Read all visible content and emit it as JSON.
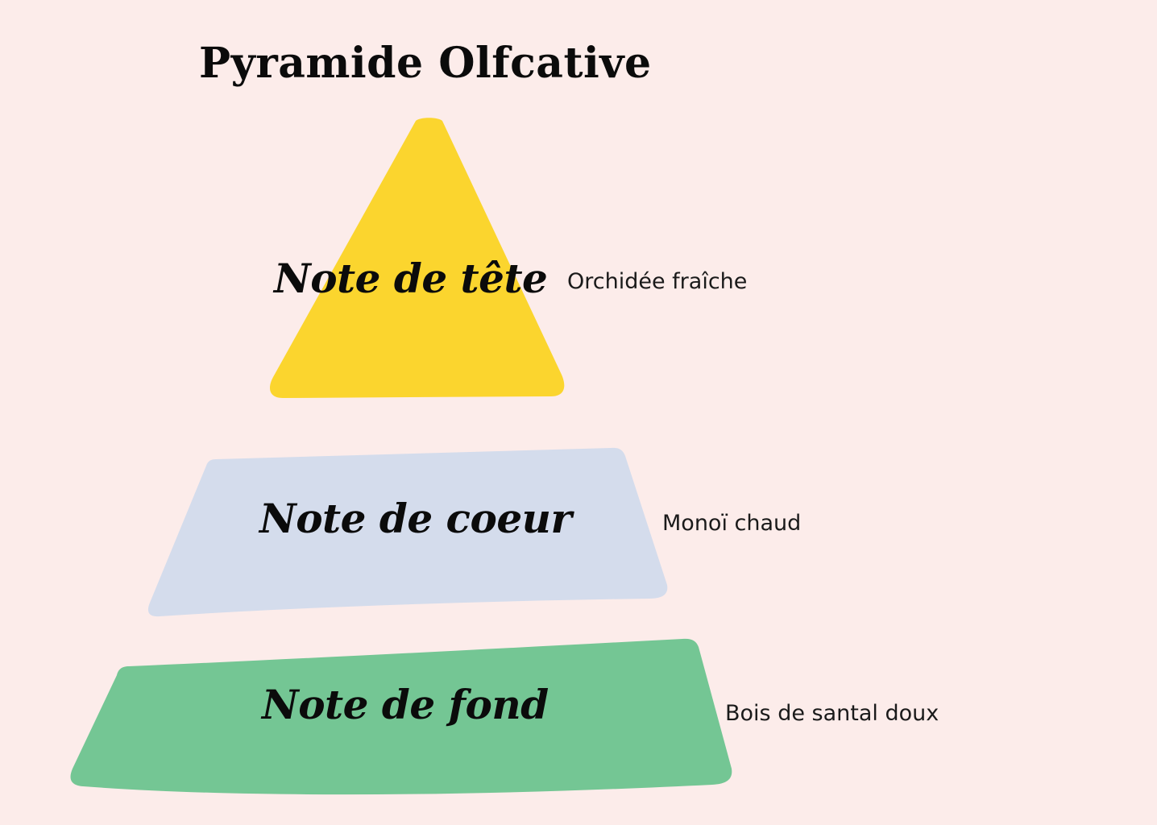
{
  "document": {
    "title": "Pyramide Olfcative",
    "background_color": "#FCECEA",
    "text_color": "#0B0B0B"
  },
  "pyramid": {
    "layers": [
      {
        "id": "top",
        "label": "Note de tête",
        "description": "Orchidée fraîche",
        "color": "#FBD52E",
        "shape": "triangle"
      },
      {
        "id": "heart",
        "label": "Note de coeur",
        "description": "Monoï chaud",
        "color": "#D4DCEC",
        "shape": "trapezoid"
      },
      {
        "id": "base",
        "label": "Note de fond",
        "description": "Bois de santal doux",
        "color": "#74C694",
        "shape": "trapezoid"
      }
    ]
  },
  "chart_data": {
    "type": "pyramid",
    "title": "Pyramide Olfcative",
    "levels": [
      {
        "name": "Note de tête",
        "note": "Orchidée fraîche",
        "rank": 1,
        "color": "#FBD52E"
      },
      {
        "name": "Note de coeur",
        "note": "Monoï chaud",
        "rank": 2,
        "color": "#D4DCEC"
      },
      {
        "name": "Note de fond",
        "note": "Bois de santal doux",
        "rank": 3,
        "color": "#74C694"
      }
    ],
    "legend": "none",
    "grid": false
  }
}
